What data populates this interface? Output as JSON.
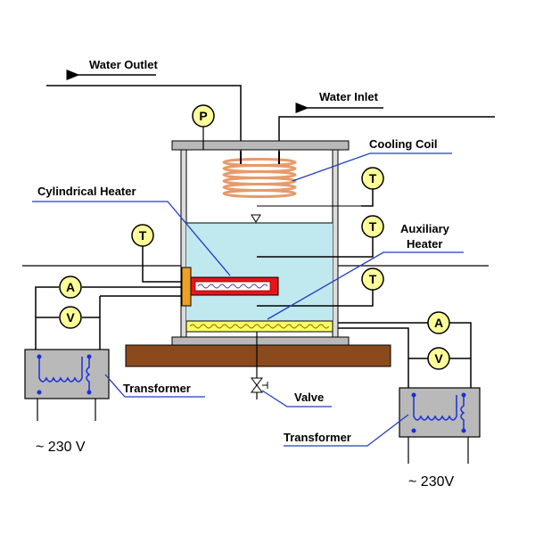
{
  "labels": {
    "water_outlet": "Water Outlet",
    "water_inlet": "Water Inlet",
    "cooling_coil": "Cooling Coil",
    "cylindrical_heater": "Cylindrical Heater",
    "auxiliary_heater_line1": "Auxiliary",
    "auxiliary_heater_line2": "Heater",
    "transformer_left": "Transformer",
    "transformer_right": "Transformer",
    "valve": "Valve",
    "voltage_left": "~ 230 V",
    "voltage_right": "~ 230V"
  },
  "gauges": {
    "pressure": "P",
    "temperature": "T",
    "ammeter": "A",
    "voltmeter": "V"
  },
  "colors": {
    "water": "#bfe8ef",
    "heater_red": "#e8141a",
    "base_wood": "#8b4a1c",
    "plate_grey": "#b9b9b9",
    "coil_copper": "#e79a6a",
    "gauge_fill": "#ffff99",
    "leader_blue": "#1f3fbf",
    "transformer_grey": "#b9b9b9",
    "winding_blue": "#1a2fd8"
  }
}
